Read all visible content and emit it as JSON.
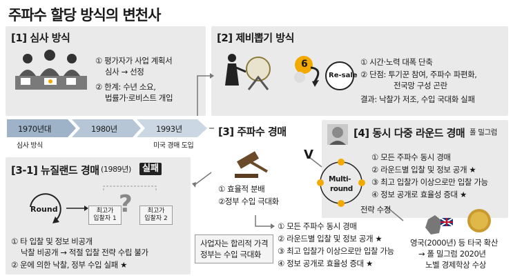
{
  "title": "주파수 할당 방식의 변천사",
  "section1": {
    "title": "[1] 심사 방식",
    "items": [
      "① 평가자가 사업 계획서",
      "심사 → 선정",
      "② 한계: 수년 소요,",
      "법률가·로비스트 개입"
    ]
  },
  "section2": {
    "title": "[2] 제비뽑기 방식",
    "items": [
      "① 시간·노력 대폭 단축",
      "② 단점: 투기꾼 참여, 주파수 파편화,",
      "전국망 구성 곤란",
      "결과: 낙찰가 저조, 수입 국대화 실패"
    ],
    "ball_number": "6",
    "resale_label": "Re-sale"
  },
  "timeline": {
    "years": [
      "1970년대",
      "1980년",
      "1993년"
    ],
    "notes": [
      "심사 방식",
      "미국 경매 도입"
    ]
  },
  "section3": {
    "title": "[3] 주파수 경매",
    "items": [
      "① 효율적 분배",
      "②정부 수입 극대화"
    ],
    "conditions": [
      "① 모든 주파수 동시 경매",
      "② 라운드별 입찰 및 정보 공개 ★",
      "③ 최고 입찰가 이상으로만 입찰 가능",
      "④ 정보 공개로 효율성 증대 ★"
    ],
    "note": [
      "사업자는 합리적 가격",
      "정부는 수입 극대화"
    ]
  },
  "section31": {
    "title": "[3-1] 뉴질랜드 경매",
    "year": "(1989년)",
    "badge": "실패",
    "round_label": "Round",
    "bidder1": [
      "최고가",
      "입찰자 1"
    ],
    "bidder2": [
      "최고가",
      "입찰자 2"
    ],
    "question": "?",
    "items": [
      "① 타 입찰 및 정보 비공개",
      "낙찰 비공개 → 적절 입찰 전략 수립 불가",
      "② 운에 의한 낙찰, 정부 수입 실패 ★"
    ]
  },
  "section4": {
    "title": "[4] 동시 다중 라운드 경매",
    "person": "폴 밀그럼",
    "vs": "V",
    "items": [
      "① 모든 주파수 동시 경매",
      "② 라운드별 입찰 및 정보 공개 ★",
      "③ 최고 입찰가 이상으로만 입찰 가능",
      "④ 정보 공개로 효율성 증대 ★"
    ],
    "cycle_label": [
      "Multi-",
      "round"
    ],
    "strategy_label": "전략 수정",
    "result": [
      "영국(2000년) 등 타국 확산",
      "→ 폴 밀그럼 2020년",
      "노벨 경제학상 수상"
    ]
  },
  "colors": {
    "panel": "#eaeaea",
    "arrow": "#9fb3c8",
    "accent": "#f2a900",
    "badge": "#222222"
  }
}
